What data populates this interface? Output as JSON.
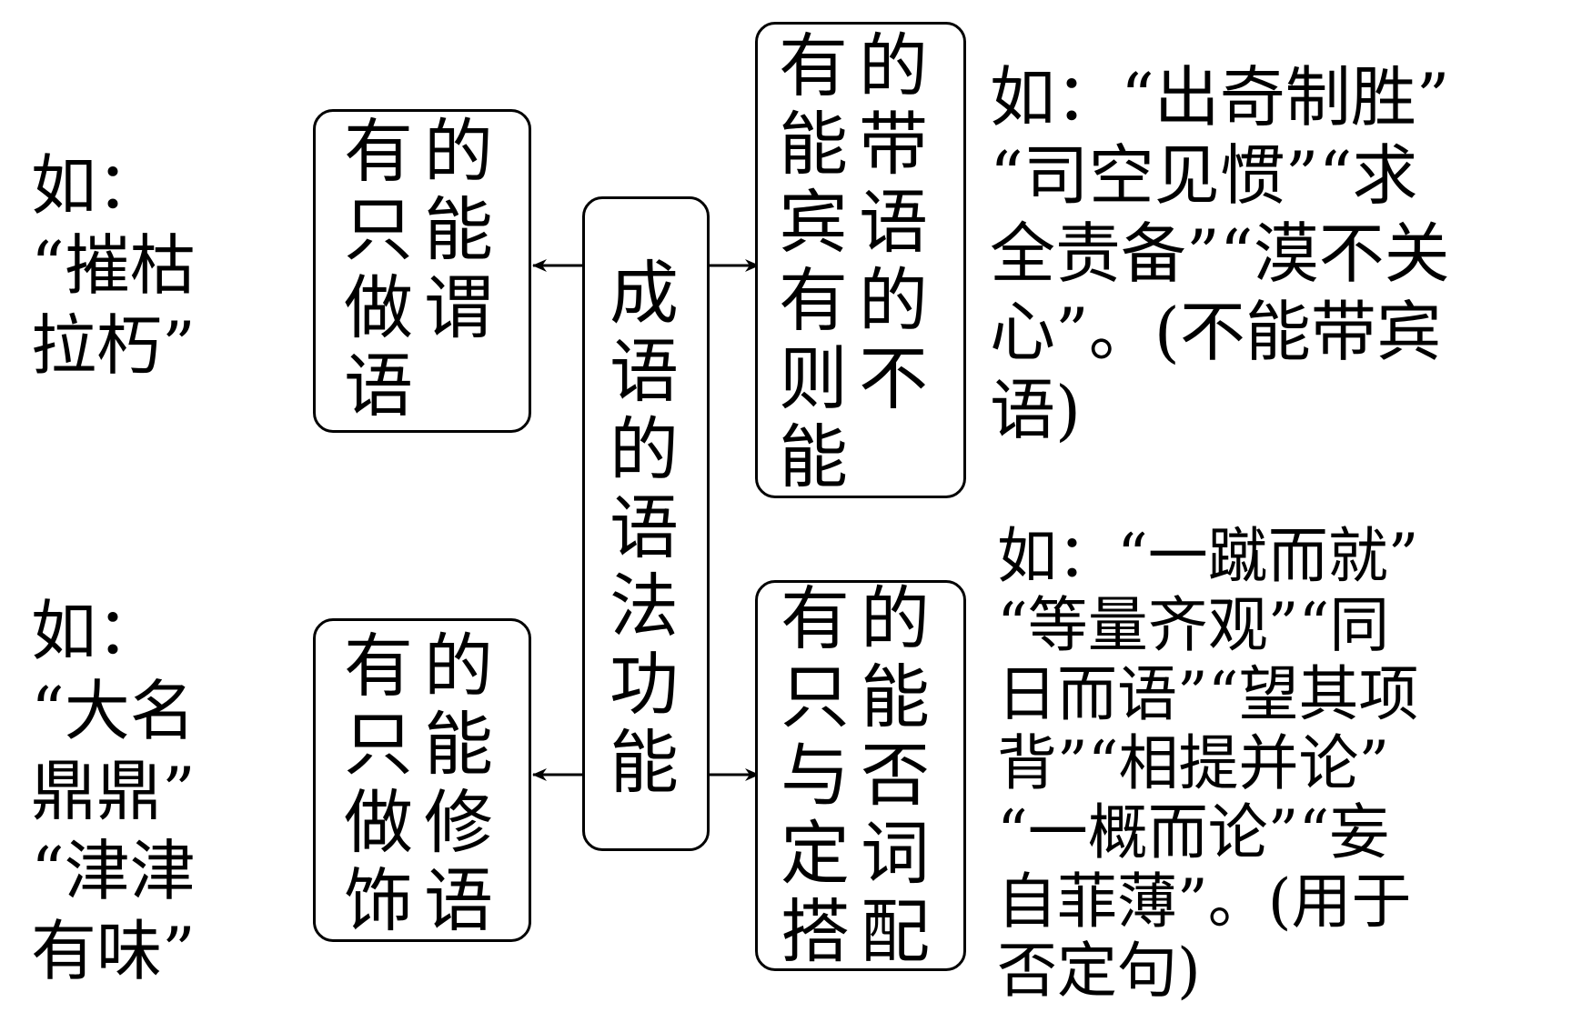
{
  "center": {
    "label": "成\n语\n的\n语\n法\n功\n能"
  },
  "boxes": {
    "top_left": {
      "text": "有的\n只能\n做谓\n语"
    },
    "bottom_left": {
      "text": "有的\n只能\n做修\n饰语"
    },
    "top_right": {
      "text": "有的\n能带\n宾语\n有的\n则不\n能"
    },
    "bottom_right": {
      "text": "有的\n只能\n与否\n定词\n搭配"
    }
  },
  "examples": {
    "top_left": "如：\n“摧枯\n 拉朽”",
    "bottom_left": "如：\n“大名\n 鼎鼎”\n“津津\n 有味”",
    "top_right": "如：“出奇制胜”\n“司空见惯”“求\n全责备”“漠不关\n心”。(不能带宾\n语)",
    "bottom_right": "如：“一蹴而就”\n“等量齐观”“同\n日而语”“望其项\n背”“相提并论”\n“一概而论”“妄\n自菲薄”。(用于\n否定句)"
  },
  "colors": {
    "line": "#000000",
    "background": "#ffffff"
  }
}
